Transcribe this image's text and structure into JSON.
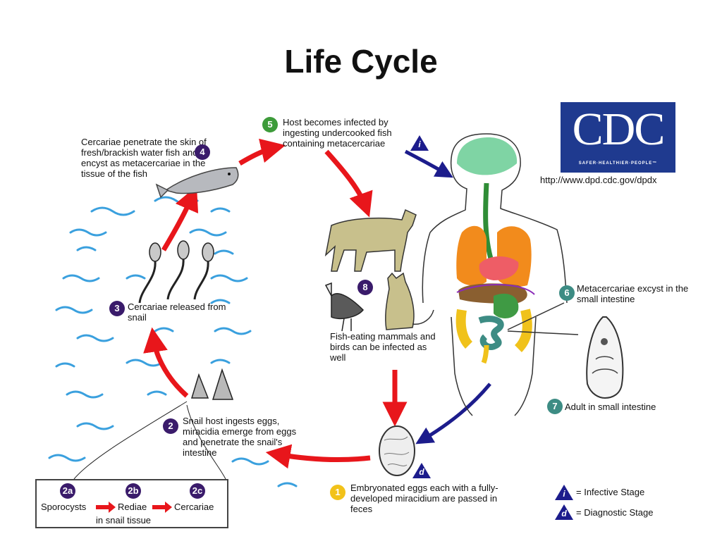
{
  "title": "Life Cycle",
  "cdc": {
    "logo_text": "CDC",
    "tagline": "SAFER·HEALTHIER·PEOPLE™",
    "url": "http://www.dpd.cdc.gov/dpdx"
  },
  "stages": {
    "s1": {
      "badge": "1",
      "text": "Embryonated eggs each with a fully-developed miracidium are passed in feces"
    },
    "s2": {
      "badge": "2",
      "text": "Snail host ingests eggs, miracidia emerge from eggs and penetrate the snail's intestine"
    },
    "s3": {
      "badge": "3",
      "text": "Cercariae released from snail"
    },
    "s4": {
      "badge": "4",
      "text": "Cercariae penetrate the skin of fresh/brackish water fish and encyst as metacercariae in the tissue of the fish"
    },
    "s5": {
      "badge": "5",
      "text": "Host becomes infected by ingesting undercooked fish containing metacercariae"
    },
    "s6": {
      "badge": "6",
      "text": "Metacercariae excyst in the small intestine"
    },
    "s7": {
      "badge": "7",
      "text": "Adult in small intestine"
    },
    "s8": {
      "badge": "8",
      "text": "Fish-eating mammals and birds can be infected as well"
    }
  },
  "snail_box": {
    "b2a": "2a",
    "b2b": "2b",
    "b2c": "2c",
    "sporocysts": "Sporocysts",
    "rediae": "Rediae",
    "cercariae": "Cercariae",
    "caption": "in snail tissue"
  },
  "legend": {
    "infective_symbol": "i",
    "infective_label": "= Infective Stage",
    "diagnostic_symbol": "d",
    "diagnostic_label": "= Diagnostic Stage"
  },
  "colors": {
    "cycle_arrow": "#e8161b",
    "human_arrow": "#1c1c8c",
    "stage_badge": "#3a1b6b",
    "human_stage_badge": "#3d8c84",
    "infection_badge": "#3d9b3a",
    "egg_badge": "#f2c21a",
    "water": "#3aa0de",
    "cdc_blue": "#1f3a8f"
  }
}
